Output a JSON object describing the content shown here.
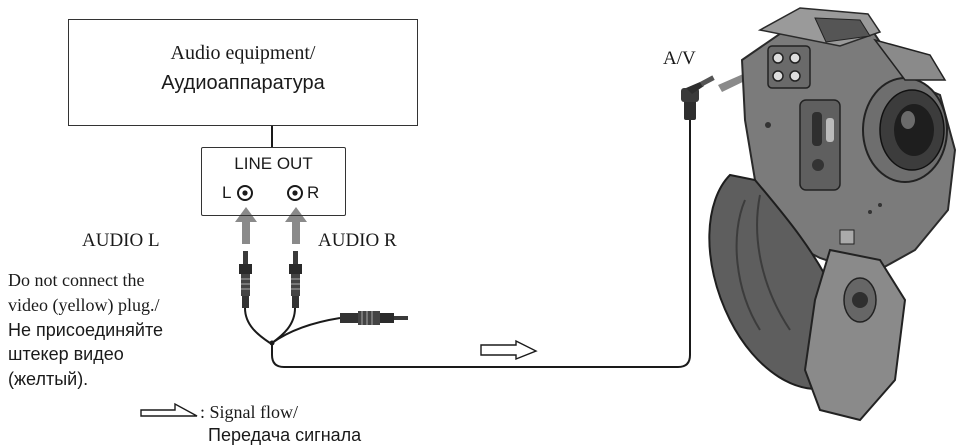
{
  "equipment": {
    "label_en": "Audio equipment/",
    "label_ru": "Аудиоаппаратура"
  },
  "line_out": {
    "title": "LINE OUT",
    "left": "L",
    "right": "R"
  },
  "plugs": {
    "audio_l": "AUDIO L",
    "audio_r": "AUDIO R"
  },
  "warning": {
    "line1": "Do not connect the",
    "line2": "video (yellow) plug./",
    "line3": "Не присоединяйте",
    "line4": "штекер видео",
    "line5": "(желтый)."
  },
  "legend": {
    "en": ": Signal flow/",
    "ru": "Передача сигнала"
  },
  "camera": {
    "jack": "A/V"
  },
  "colors": {
    "line": "#1a1a1a",
    "arrow": "#8a8a8a",
    "camera_body": "#7b7b7b",
    "strap": "#5e5e5e"
  }
}
